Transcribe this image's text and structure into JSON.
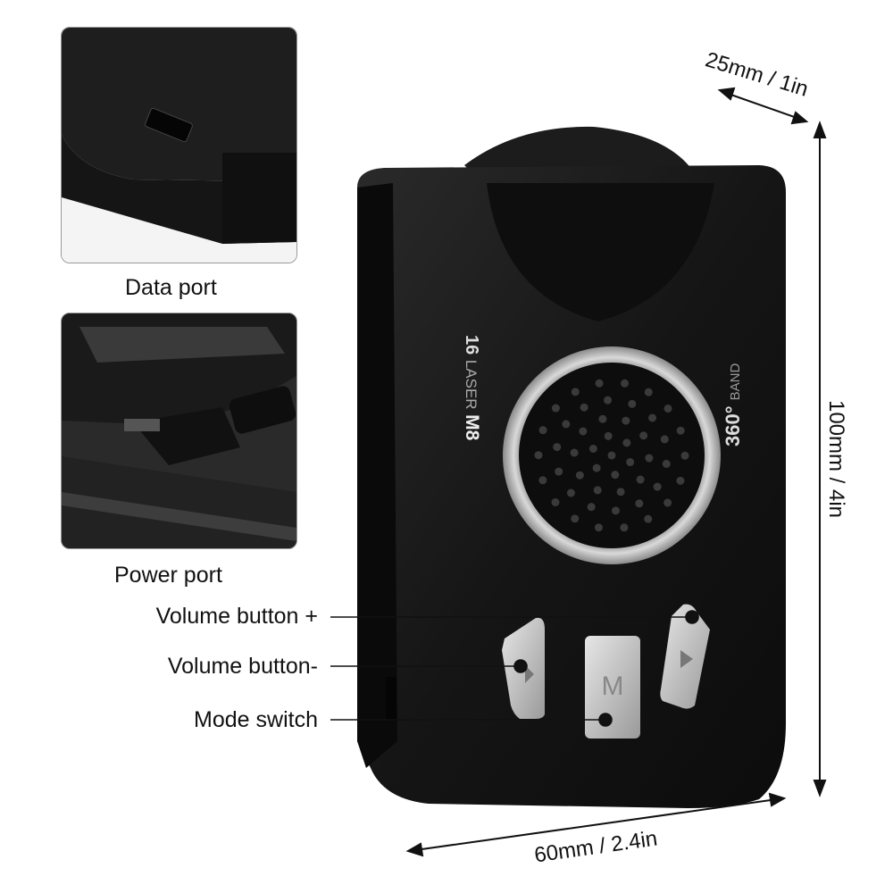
{
  "insets": {
    "data_port_caption": "Data port",
    "power_port_caption": "Power port"
  },
  "callouts": {
    "volume_plus": "Volume button +",
    "volume_minus": "Volume button-",
    "mode_switch": "Mode switch"
  },
  "dimensions": {
    "depth": "25mm / 1in",
    "height": "100mm / 4in",
    "width": "60mm / 2.4in"
  },
  "device": {
    "left_label_prefix": "16",
    "left_label_laser": "LASER",
    "left_label_model": "M8",
    "right_label_band": "BAND",
    "right_label_degrees": "360°",
    "mode_button_glyph": "M",
    "icons": [
      "data-port-icon",
      "power-plug-icon",
      "speaker-grille-icon",
      "volume-up-icon",
      "volume-down-icon"
    ],
    "colors": {
      "body": "#161616",
      "ring": "#bfbfbf",
      "buttons": "#c4c4c4",
      "lines": "#111111"
    }
  }
}
